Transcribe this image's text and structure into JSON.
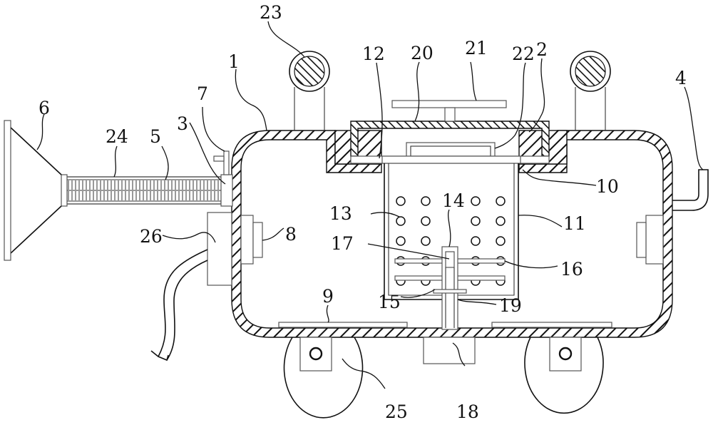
{
  "diagram": {
    "type": "patent-schematic",
    "description": "Mobile cleaning device cross-section with housing, filter basket, stirring shaft, wheels and suction hose",
    "colors": {
      "line": "#111111",
      "background": "#ffffff",
      "hatch": "#111111"
    },
    "labels": [
      {
        "id": "1",
        "text": "1",
        "part": "housing"
      },
      {
        "id": "2",
        "text": "2",
        "part": "top-opening-flange"
      },
      {
        "id": "3",
        "text": "3",
        "part": "inlet-connector"
      },
      {
        "id": "4",
        "text": "4",
        "part": "outlet-pipe"
      },
      {
        "id": "5",
        "text": "5",
        "part": "inner-spring-tube"
      },
      {
        "id": "6",
        "text": "6",
        "part": "suction-funnel"
      },
      {
        "id": "7",
        "text": "7",
        "part": "valve"
      },
      {
        "id": "8",
        "text": "8",
        "part": "side-bracket"
      },
      {
        "id": "9",
        "text": "9",
        "part": "bottom-plate"
      },
      {
        "id": "10",
        "text": "10",
        "part": "mounting-ring"
      },
      {
        "id": "11",
        "text": "11",
        "part": "filter-basket"
      },
      {
        "id": "12",
        "text": "12",
        "part": "basket-rim"
      },
      {
        "id": "13",
        "text": "13",
        "part": "filter-holes"
      },
      {
        "id": "14",
        "text": "14",
        "part": "stirring-shaft"
      },
      {
        "id": "15",
        "text": "15",
        "part": "bearing-seat"
      },
      {
        "id": "16",
        "text": "16",
        "part": "stirring-blade"
      },
      {
        "id": "17",
        "text": "17",
        "part": "shaft-coupling"
      },
      {
        "id": "18",
        "text": "18",
        "part": "motor"
      },
      {
        "id": "19",
        "text": "19",
        "part": "drive-shaft"
      },
      {
        "id": "20",
        "text": "20",
        "part": "lid"
      },
      {
        "id": "21",
        "text": "21",
        "part": "handle"
      },
      {
        "id": "22",
        "text": "22",
        "part": "seal-pad"
      },
      {
        "id": "23",
        "text": "23",
        "part": "lifting-ring"
      },
      {
        "id": "24",
        "text": "24",
        "part": "hose"
      },
      {
        "id": "25",
        "text": "25",
        "part": "wheel"
      },
      {
        "id": "26",
        "text": "26",
        "part": "power-box"
      }
    ]
  }
}
